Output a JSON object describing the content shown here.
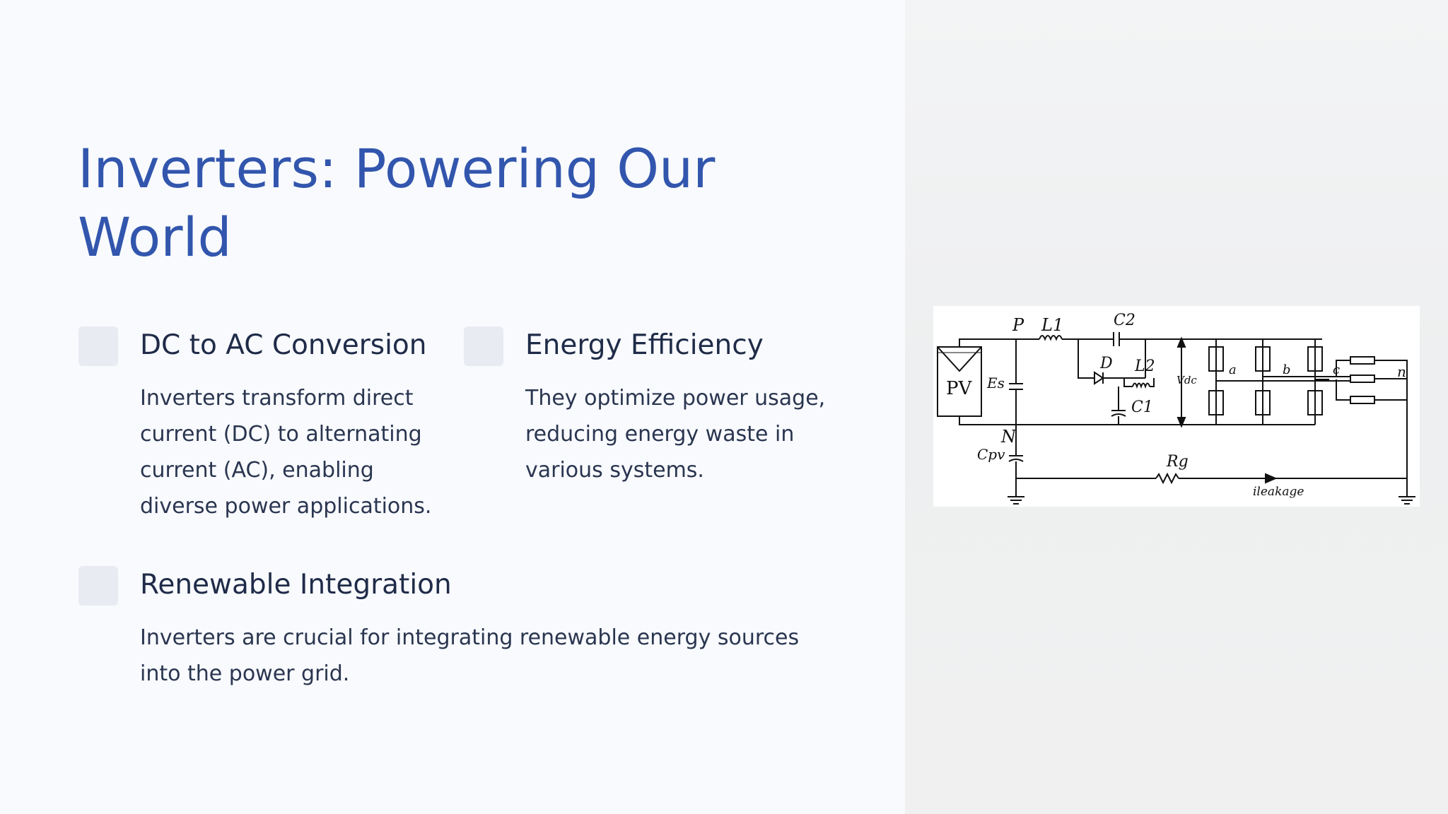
{
  "slide": {
    "title": "Inverters: Powering Our World"
  },
  "features": [
    {
      "heading": "DC to AC Conversion",
      "body": "Inverters transform direct current (DC) to alternating current (AC), enabling diverse power applications."
    },
    {
      "heading": "Energy Efficiency",
      "body": "They optimize power usage, reducing energy waste in various systems."
    },
    {
      "heading": "Renewable Integration",
      "body": "Inverters are crucial for integrating renewable energy sources into the power grid."
    }
  ],
  "diagram": {
    "labels": {
      "pv": "PV",
      "p": "P",
      "n_node": "N",
      "l1": "L1",
      "l2": "L2",
      "c1": "C1",
      "c2": "C2",
      "d": "D",
      "es": "Es",
      "vdc": "Vdc",
      "cpv": "Cpv",
      "rg": "Rg",
      "ileakage": "ileakage",
      "a": "a",
      "b": "b",
      "c": "c",
      "n": "n"
    }
  },
  "colors": {
    "title": "#3256ad",
    "text": "#1f2b48",
    "icon_bg": "#e8ebf1",
    "left_bg": "#f8fafd",
    "right_bg": "#efeff0"
  }
}
